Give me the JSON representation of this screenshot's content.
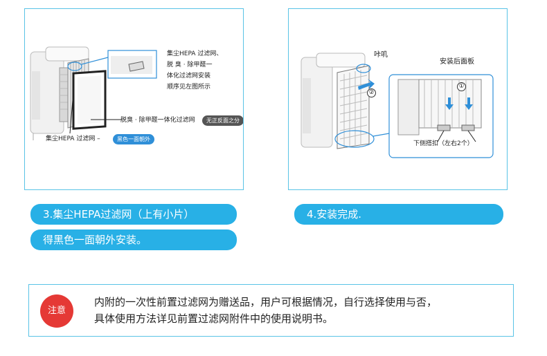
{
  "step3": {
    "illustration": {
      "label_block": [
        "集尘HEPA 过滤网、",
        "脱 臭 · 除甲醛一",
        "体化过滤网安装",
        "顺序见左图所示"
      ],
      "deodor_label": "脱臭 · 除甲醛一体化过滤网",
      "deodor_badge": "无正反面之分",
      "hepa_label": "集尘HEPA 过滤网 –",
      "hepa_badge": "黑色一面朝外"
    },
    "title": "3.集尘HEPA过滤网（上有小片）",
    "subtitle": "得黑色一面朝外安装。"
  },
  "step4": {
    "illustration": {
      "click_label": "咔叽",
      "panel_label": "安装后面板",
      "circle1": "①",
      "circle2": "②",
      "clip_label": "下侧搭扣（左右2个）"
    },
    "title": "4.安装完成."
  },
  "note": {
    "badge": "注意",
    "line1": "内附的一次性前置过滤网为赠送品，用户可根据情况，自行选择使用与否，",
    "line2": "具体使用方法详见前置过滤网附件中的使用说明书。"
  },
  "colors": {
    "accent": "#28b0e6",
    "border": "#58c3e6",
    "badge_red": "#e53935",
    "pill_dark": "#555555",
    "pill_blue": "#2f8fd8"
  }
}
